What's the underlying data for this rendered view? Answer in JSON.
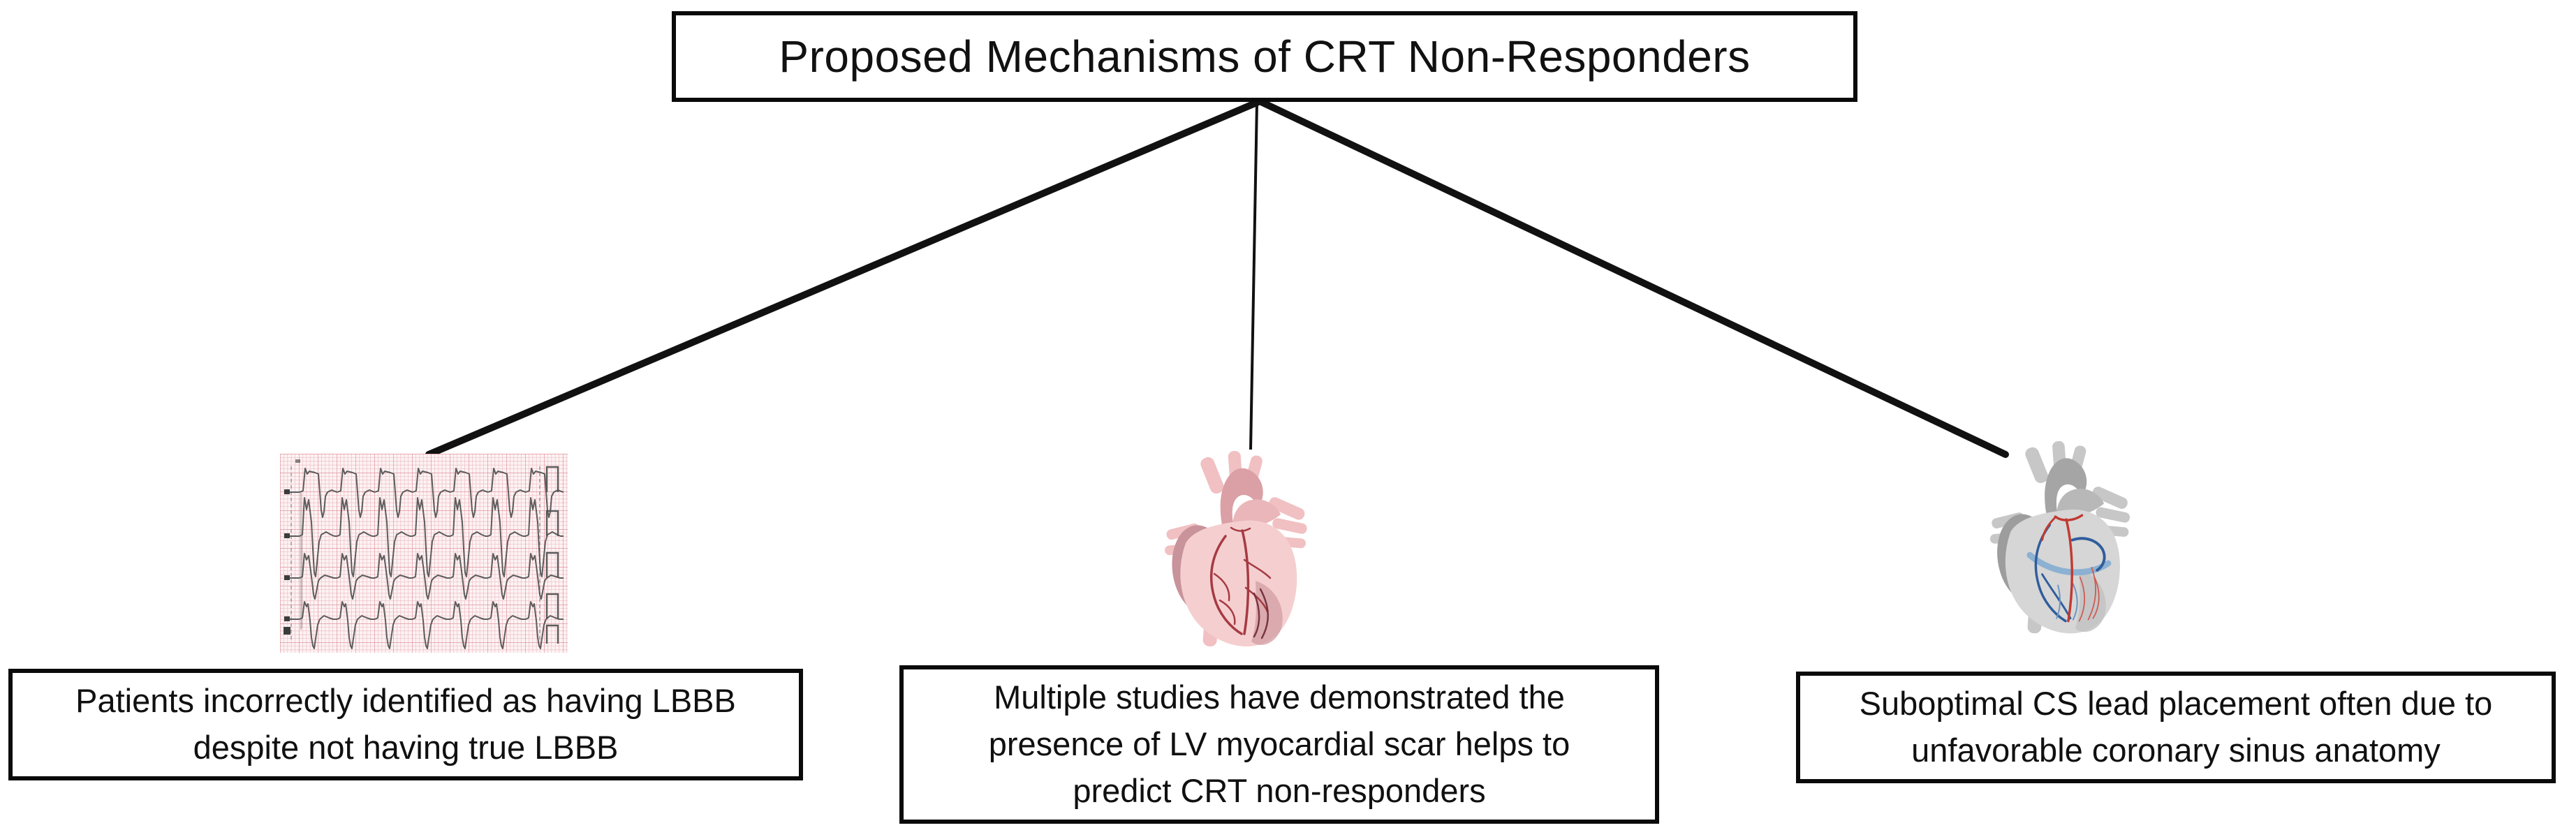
{
  "title": "Proposed Mechanisms of CRT Non-Responders",
  "nodes": {
    "lbbb": {
      "caption": "Patients incorrectly identified as having LBBB\ndespite not having true LBBB",
      "image": "ecg-strip"
    },
    "scar": {
      "caption": "Multiple studies have demonstrated the\npresence of LV  myocardial scar helps to\npredict CRT non-responders",
      "image": "anatomical-heart-pink"
    },
    "cs": {
      "caption": "Suboptimal CS lead placement often due to\nunfavorable coronary sinus anatomy",
      "image": "anatomical-heart-gray-coronary-vessels"
    }
  },
  "colors": {
    "box_border": "#0a0a0a",
    "connector_line": "#111111",
    "ecg_paper": "#fdf3f4",
    "ecg_grid": "#e5a8af",
    "ecg_trace": "#555555",
    "heart_pink_body": "#f5cfcf",
    "heart_pink_vessel": "#a53a43",
    "heart_gray_body": "#d6d6d6",
    "artery_red": "#c03a31",
    "vein_blue": "#2f5d9c",
    "coronary_sinus_blue": "#84add2"
  }
}
